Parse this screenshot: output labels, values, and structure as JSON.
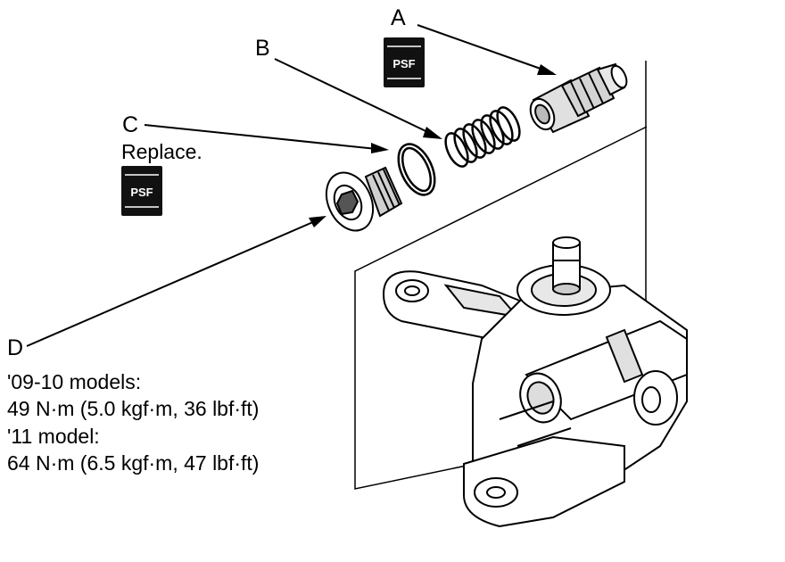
{
  "diagram": {
    "callouts": {
      "a": "A",
      "b": "B",
      "c": "C",
      "d": "D"
    },
    "notes": {
      "replace": "Replace.",
      "torque_line1": "'09-10 models:",
      "torque_line2": "49 N·m (5.0 kgf·m, 36 lbf·ft)",
      "torque_line3": "'11 model:",
      "torque_line4": "64 N·m (6.5 kgf·m, 47 lbf·ft)"
    },
    "icons": {
      "fluid_label": "PSF",
      "fluid_icon": "fluid-can-icon"
    },
    "colors": {
      "line": "#000000",
      "background": "#ffffff"
    }
  }
}
